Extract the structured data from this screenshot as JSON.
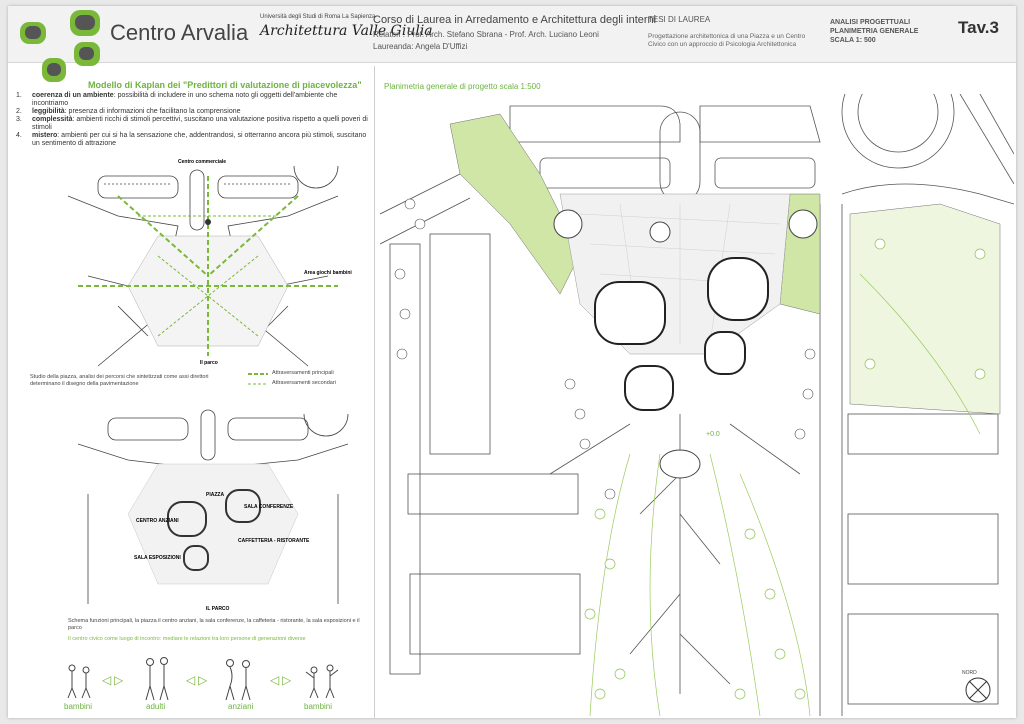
{
  "header": {
    "project_title": "Centro Arvalia",
    "university": "Università degli Studi di Roma La Sapienza",
    "faculty_signature": "Architettura Valle Giulia",
    "course": "Corso di Laurea  in Arredamento e Architettura degli interni",
    "supervisors": "Relatori : Prof. Arch. Stefano Sbrana - Prof. Arch. Luciano Leoni",
    "student": "Laureanda: Angela D'Uffizi",
    "thesis_label": "TESI DI LAUREA",
    "thesis_description": "Progettazione architettonica di una Piazza e un Centro Civico con un approccio di Psicologia Architettonica",
    "analysis_lines": [
      "ANALISI PROGETTUALI",
      "PLANIMETRIA GENERALE",
      "SCALA 1: 500"
    ],
    "sheet_number": "Tav.3"
  },
  "kaplan": {
    "title": "Modello di Kaplan dei \"Predittori di valutazione di piacevolezza\"",
    "criteria": [
      {
        "num": "1.",
        "term": "coerenza di un ambiente",
        "text": ": possibilità di includere in uno schema noto gli oggetti dell'ambiente che incontriamo"
      },
      {
        "num": "2.",
        "term": "leggibilità",
        "text": ": presenza di informazioni che facilitano la comprensione"
      },
      {
        "num": "3.",
        "term": "complessità",
        "text": ": ambienti ricchi di stimoli percettivi, suscitano una valutazione positiva rispetto a quelli poveri di stimoli"
      },
      {
        "num": "4.",
        "term": "mistero",
        "text": ": ambienti per cui si ha la sensazione che, addentrandosi, si otterranno ancora più stimoli, suscitano un sentimento di attrazione"
      }
    ]
  },
  "diagram1": {
    "label_top": "Centro commerciale",
    "label_right": "Area giochi bambini",
    "label_bottom": "Il parco",
    "legend_main": "Attraversamenti principali",
    "legend_secondary": "Attraversamenti secondari",
    "caption": "Studio della piazza, analisi dei percorsi che sintetizzati come assi direttori determinano il disegno della pavimentazione"
  },
  "diagram2": {
    "labels": [
      "PIAZZA",
      "SALA CONFERENZE",
      "CENTRO ANZIANI",
      "CAFFETTERIA - RISTORANTE",
      "SALA ESPOSIZIONI",
      "IL PARCO"
    ],
    "caption": "Schema funzioni principali, la piazza il centro anziani, la sala conferenze, la caffeteria - ristorante, la sala esposizioni e il parco",
    "note": "Il centro civico come luogo di incontro: mediare le relazioni tra loro persone di generazioni diverse"
  },
  "people": {
    "labels": [
      "bambini",
      "adulti",
      "anziani",
      "bambini"
    ]
  },
  "plan": {
    "caption": "Planimetria generale di progetto  scala 1:500",
    "level_label": "+0.0",
    "north_label": "NORD"
  },
  "colors": {
    "accent_green": "#6db33f",
    "light_green": "#cfe6a6",
    "logo_dark": "#5a5a5a"
  }
}
